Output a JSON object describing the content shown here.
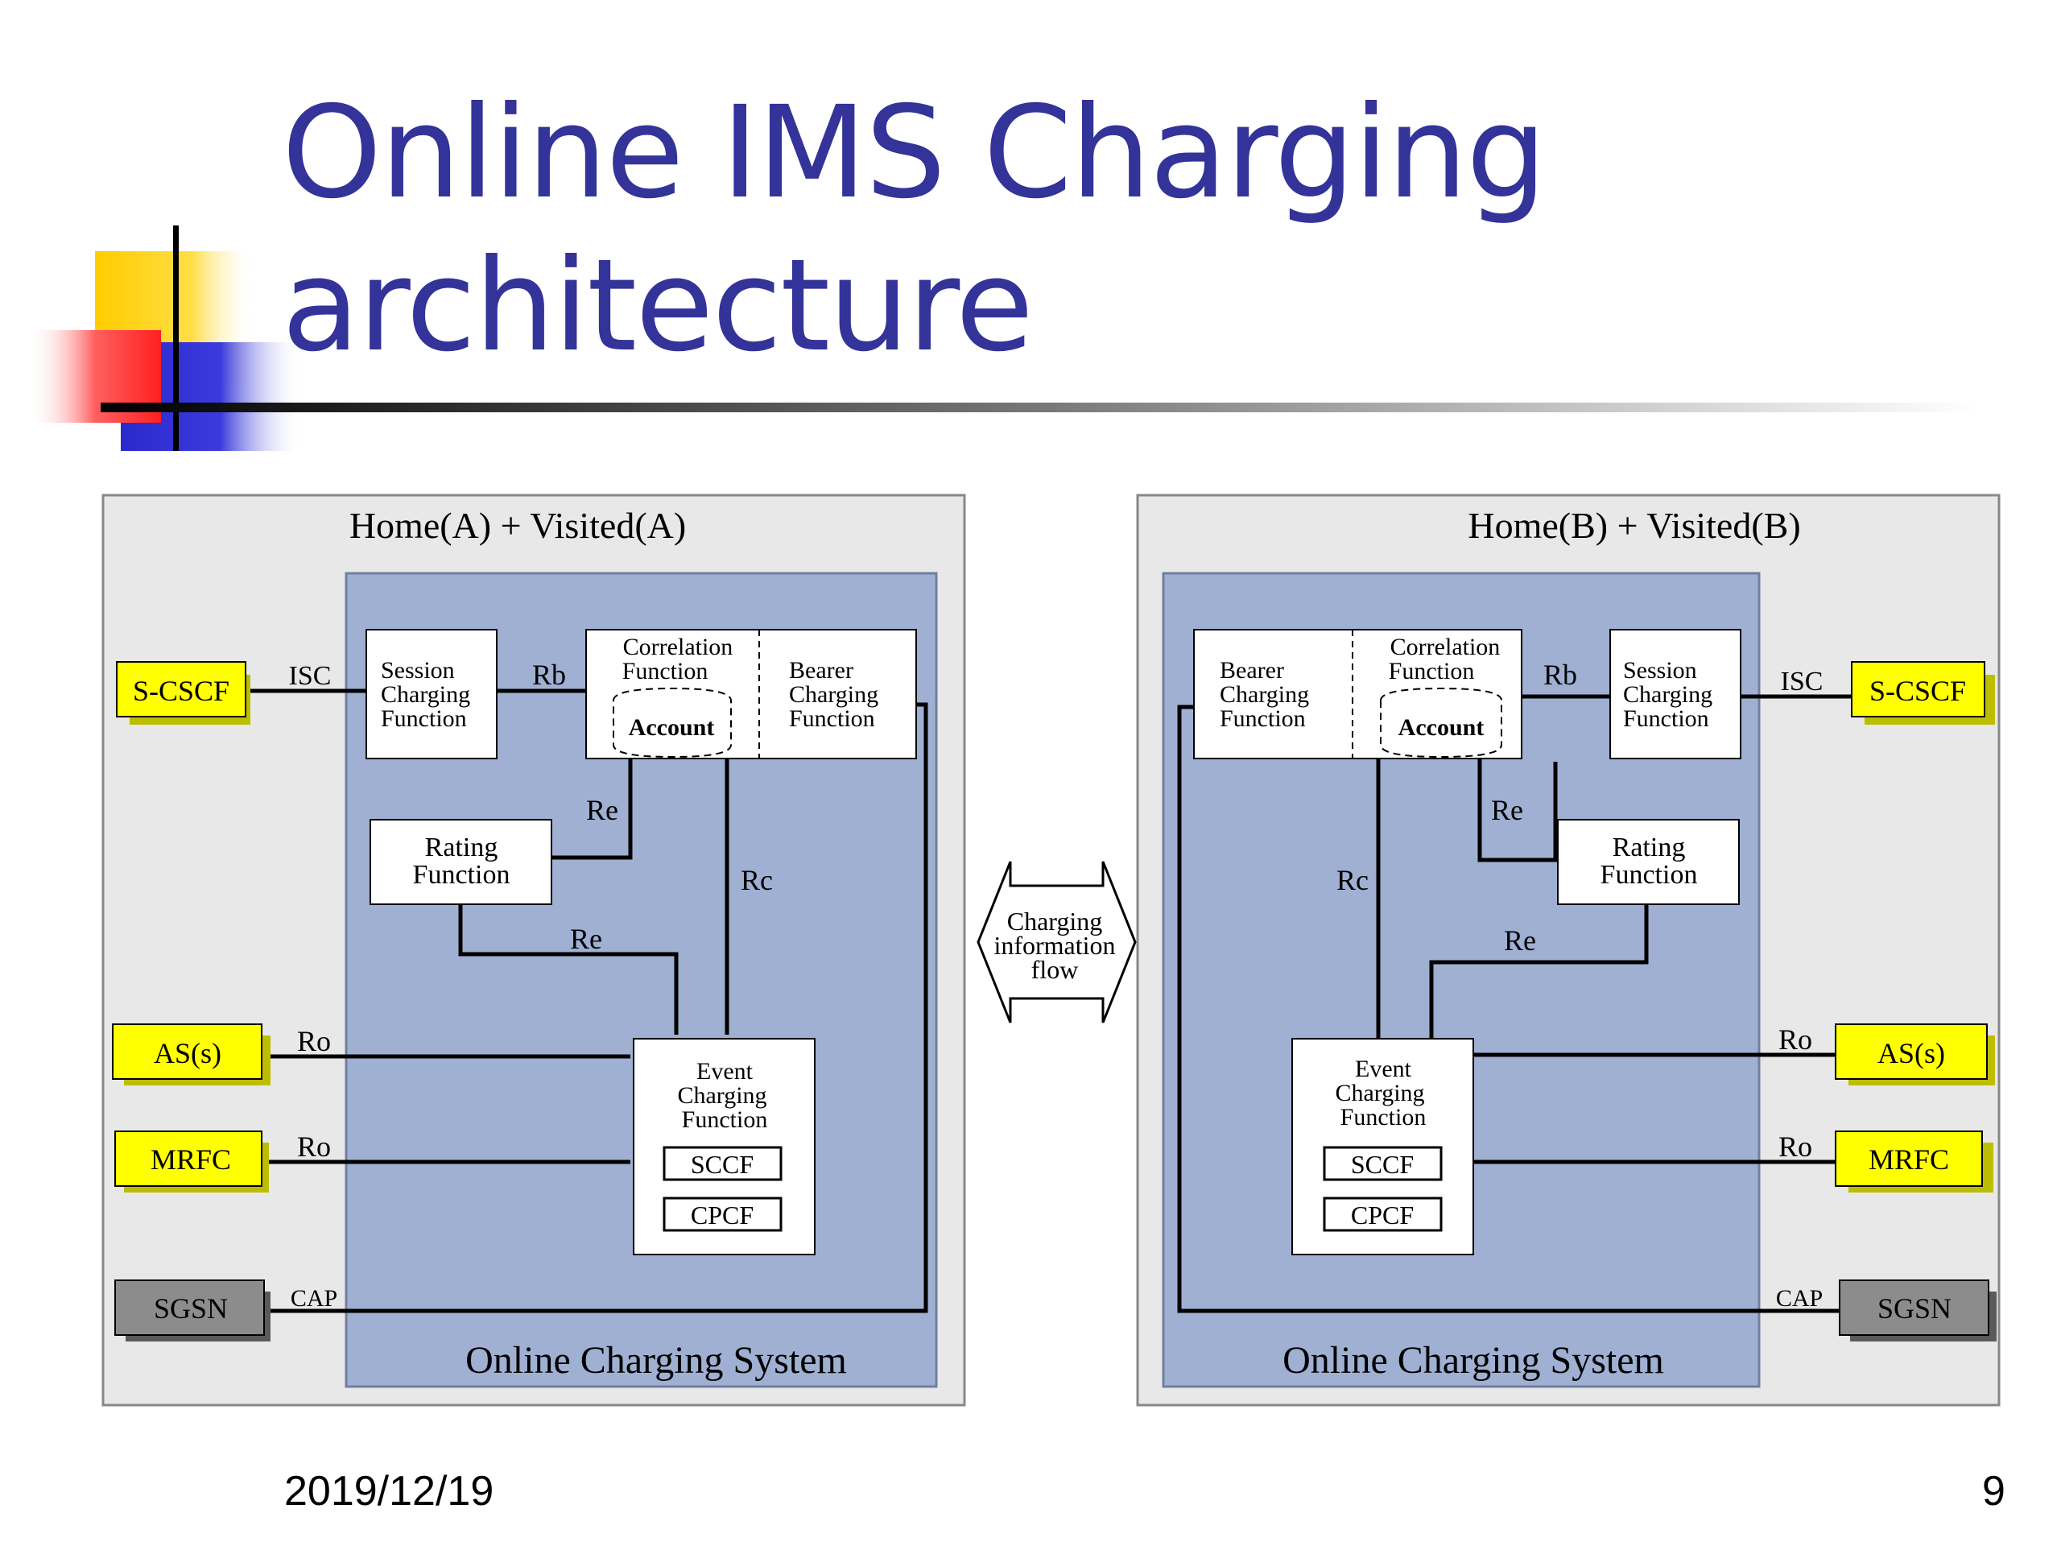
{
  "slide": {
    "title_line1": "Online IMS Charging",
    "title_line2": "architecture",
    "date": "2019/12/19",
    "page_number": "9"
  },
  "colors": {
    "title": "#333399",
    "panel_bg": "#e8e8e8",
    "ocs_bg": "#9fb0d2",
    "yellow_box": "#ffff00",
    "gray_box": "#8c8c8c"
  },
  "diagram": {
    "center_arrow": [
      "Charging",
      "information",
      "flow"
    ],
    "left": {
      "region_title": "Home(A) + Visited(A)",
      "ocs_label": "Online Charging System",
      "external": {
        "scscf": "S-CSCF",
        "as": "AS(s)",
        "mrfc": "MRFC",
        "sgsn": "SGSN"
      },
      "interfaces": {
        "isc": "ISC",
        "rb": "Rb",
        "re_top": "Re",
        "rc": "Rc",
        "re_bottom": "Re",
        "ro_as": "Ro",
        "ro_mrfc": "Ro",
        "cap": "CAP"
      },
      "functions": {
        "session_charging": [
          "Session",
          "Charging",
          "Function"
        ],
        "correlation": [
          "Correlation",
          "Function"
        ],
        "account": "Account",
        "bearer_charging": [
          "Bearer",
          "Charging",
          "Function"
        ],
        "rating": [
          "Rating",
          "Function"
        ],
        "event_charging": [
          "Event",
          "Charging",
          "Function"
        ],
        "sccf": "SCCF",
        "cpcf": "CPCF"
      }
    },
    "right": {
      "region_title": "Home(B) + Visited(B)",
      "ocs_label": "Online Charging System",
      "external": {
        "scscf": "S-CSCF",
        "as": "AS(s)",
        "mrfc": "MRFC",
        "sgsn": "SGSN"
      },
      "interfaces": {
        "isc": "ISC",
        "rb": "Rb",
        "re_top": "Re",
        "rc": "Rc",
        "re_bottom": "Re",
        "ro_as": "Ro",
        "ro_mrfc": "Ro",
        "cap": "CAP"
      },
      "functions": {
        "session_charging": [
          "Session",
          "Charging",
          "Function"
        ],
        "correlation": [
          "Correlation",
          "Function"
        ],
        "account": "Account",
        "bearer_charging": [
          "Bearer",
          "Charging",
          "Function"
        ],
        "rating": [
          "Rating",
          "Function"
        ],
        "event_charging": [
          "Event",
          "Charging",
          "Function"
        ],
        "sccf": "SCCF",
        "cpcf": "CPCF"
      }
    }
  }
}
